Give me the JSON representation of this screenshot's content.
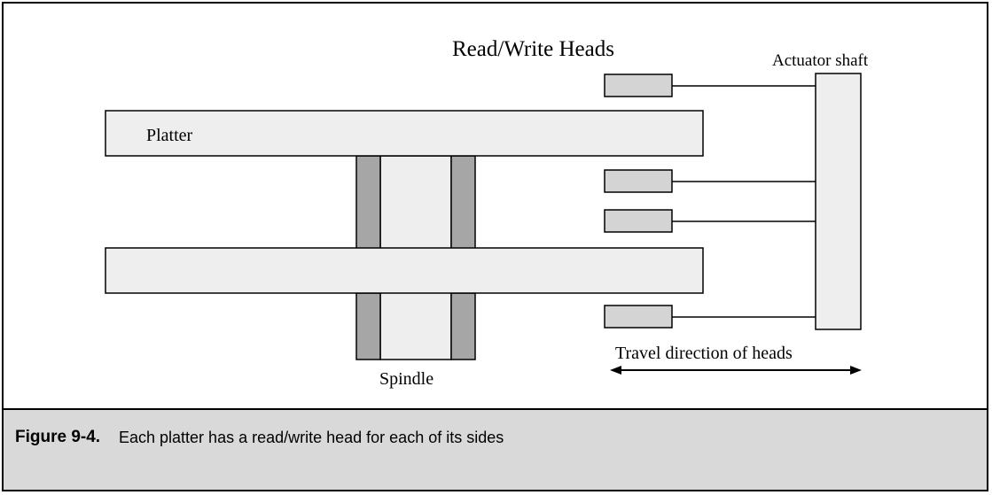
{
  "diagram": {
    "labels": {
      "read_write_heads": "Read/Write Heads",
      "actuator_shaft": "Actuator shaft",
      "platter": "Platter",
      "spindle": "Spindle",
      "travel_direction": "Travel direction of heads"
    }
  },
  "caption": {
    "number": "Figure 9-4.",
    "text": "Each platter has a read/write head for each of its sides"
  },
  "colors": {
    "component_fill": "#eeeeee",
    "spindle_sleeve_fill": "#a6a6a6",
    "head_fill": "#d4d4d4",
    "caption_band": "#d9d9d9"
  }
}
